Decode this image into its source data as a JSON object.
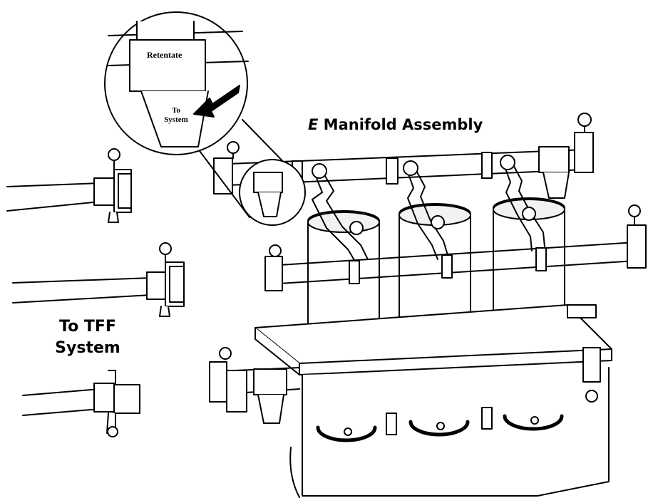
{
  "title": {
    "letter": "E",
    "rest": "Manifold Assembly"
  },
  "tff_label": {
    "line1": "To TFF",
    "line2": "System"
  },
  "callout": {
    "retentate": "Retentate",
    "to": "To",
    "system": "System"
  },
  "colors": {
    "ink": "#000000",
    "housing_gray": "#f2f2f2",
    "background": "#ffffff"
  }
}
